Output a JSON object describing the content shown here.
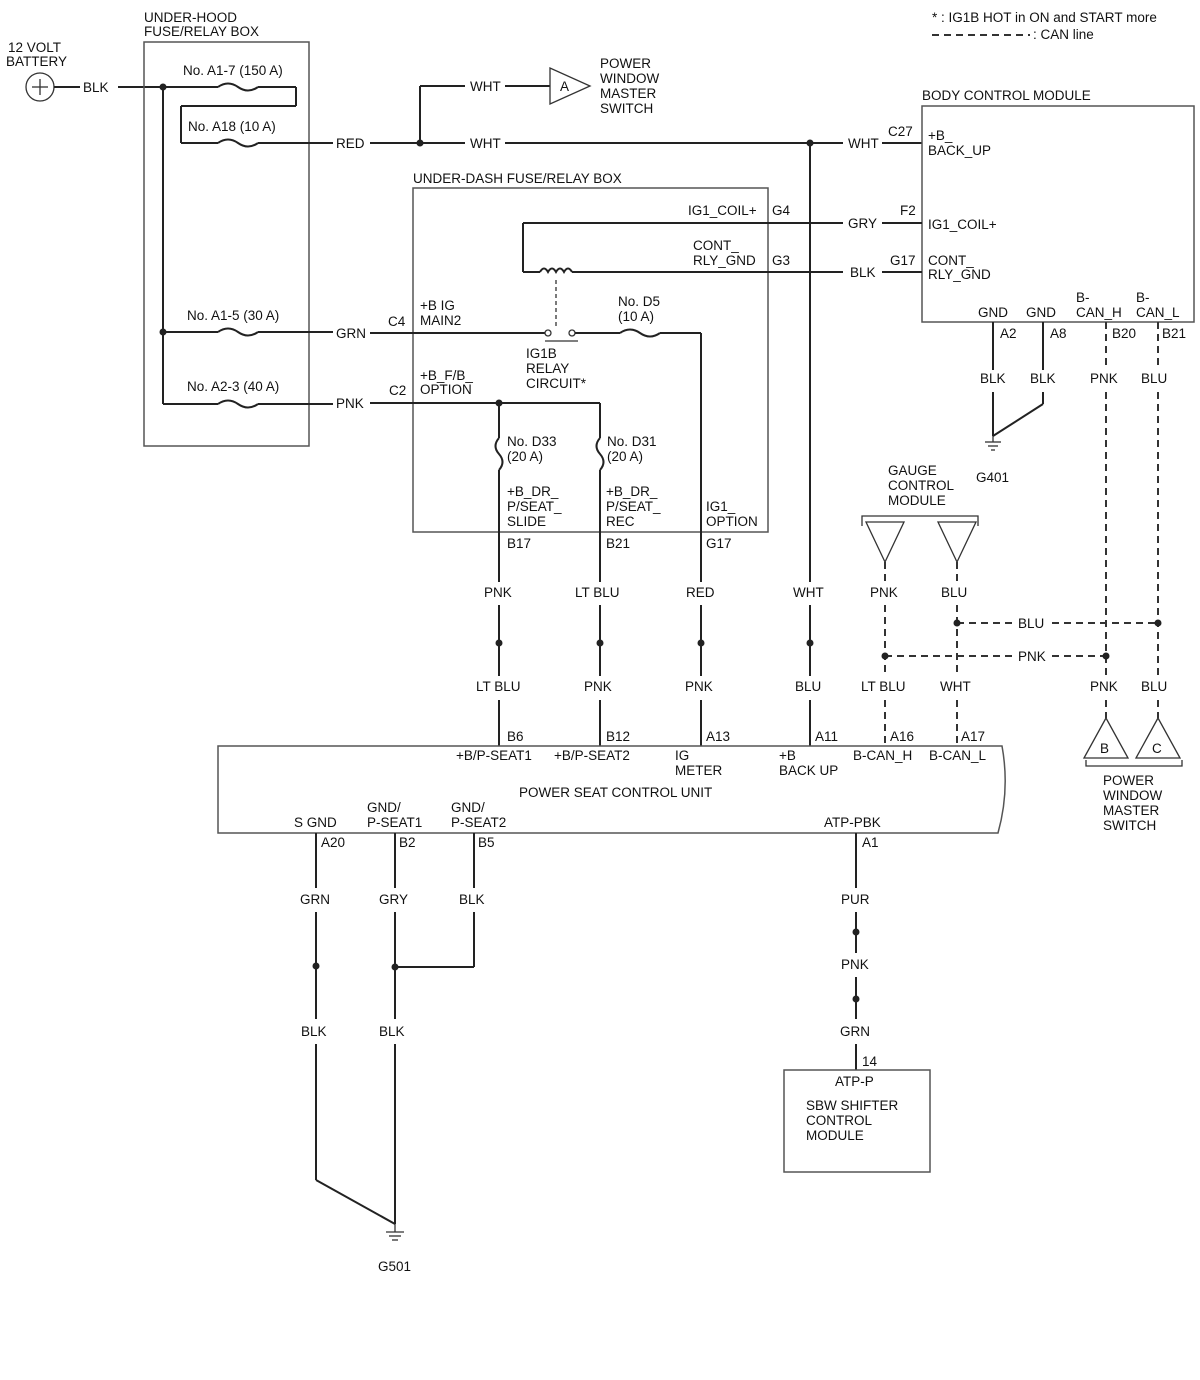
{
  "legend": {
    "note": "* : IG1B HOT in ON and START more",
    "can_line": ": CAN line"
  },
  "battery": {
    "label_1": "12 VOLT",
    "label_2": "BATTERY"
  },
  "underhood": {
    "title_1": "UNDER-HOOD",
    "title_2": "FUSE/RELAY BOX",
    "fuse_a17": "No. A1-7 (150 A)",
    "fuse_a18": "No. A18 (10 A)",
    "fuse_a15": "No. A1-5 (30 A)",
    "fuse_a23": "No. A2-3 (40 A)"
  },
  "pwms_top": {
    "connector": "A",
    "label_1": "POWER",
    "label_2": "WINDOW",
    "label_3": "MASTER",
    "label_4": "SWITCH"
  },
  "bcm": {
    "title": "BODY CONTROL MODULE",
    "pin_c27": "C27",
    "pin_f2": "F2",
    "pin_g17": "G17",
    "term_backup_1": "+B_",
    "term_backup_2": "BACK_UP",
    "term_ig1coil": "IG1_COIL+",
    "term_cont_1": "CONT_",
    "term_cont_2": "RLY_GND",
    "gnd_1": "GND",
    "gnd_2": "GND",
    "bcan_h_1": "B-",
    "bcan_h_2": "CAN_H",
    "bcan_l_1": "B-",
    "bcan_l_2": "CAN_L",
    "pin_a2": "A2",
    "pin_a8": "A8",
    "pin_b20": "B20",
    "pin_b21": "B21"
  },
  "underdash": {
    "title": "UNDER-DASH FUSE/RELAY BOX",
    "ig1coil": "IG1_COIL+",
    "pin_g4": "G4",
    "cont_1": "CONT_",
    "cont_2": "RLY_GND",
    "pin_g3": "G3",
    "pin_c4": "C4",
    "bigmain_1": "+B IG",
    "bigmain_2": "MAIN2",
    "fuse_d5_1": "No. D5",
    "fuse_d5_2": "(10 A)",
    "relay_1": "IG1B",
    "relay_2": "RELAY",
    "relay_3": "CIRCUIT*",
    "pin_c2": "C2",
    "bfb_1": "+B_F/B_",
    "bfb_2": "OPTION",
    "fuse_d33_1": "No. D33",
    "fuse_d33_2": "(20 A)",
    "fuse_d31_1": "No. D31",
    "fuse_d31_2": "(20 A)",
    "slide_1": "+B_DR_",
    "slide_2": "P/SEAT_",
    "slide_3": "SLIDE",
    "rec_1": "+B_DR_",
    "rec_2": "P/SEAT_",
    "rec_3": "REC",
    "opt_1": "IG1_",
    "opt_2": "OPTION",
    "pin_b17": "B17",
    "pin_b21": "B21",
    "pin_g17": "G17"
  },
  "wires": {
    "blk_batt": "BLK",
    "wht_a": "WHT",
    "red_a18": "RED",
    "wht_mid": "WHT",
    "wht_bcm": "WHT",
    "gry_bcm": "GRY",
    "blk_bcm": "BLK",
    "grn_c4": "GRN",
    "pnk_c2": "PNK",
    "blk_a2": "BLK",
    "blk_a8": "BLK",
    "pnk_b20": "PNK",
    "blu_b21": "BLU",
    "pnk_1": "PNK",
    "ltblu_1": "LT BLU",
    "red_1": "RED",
    "wht_1": "WHT",
    "pnk_g": "PNK",
    "blu_g": "BLU",
    "blu_can": "BLU",
    "pnk_can": "PNK",
    "ltblu_2": "LT BLU",
    "pnk_2": "PNK",
    "pnk_3": "PNK",
    "blu_2": "BLU",
    "ltblu_3": "LT BLU",
    "wht_2": "WHT",
    "pnk_r": "PNK",
    "blu_r": "BLU",
    "grn_a20": "GRN",
    "gry_b2": "GRY",
    "blk_b5": "BLK",
    "blk_1": "BLK",
    "blk_2": "BLK",
    "pur": "PUR",
    "pnk_atp": "PNK",
    "grn_atp": "GRN"
  },
  "grounds": {
    "g401": "G401",
    "g501": "G501"
  },
  "gauge": {
    "label_1": "GAUGE",
    "label_2": "CONTROL",
    "label_3": "MODULE"
  },
  "pwms_right": {
    "conn_b": "B",
    "conn_c": "C",
    "label_1": "POWER",
    "label_2": "WINDOW",
    "label_3": "MASTER",
    "label_4": "SWITCH"
  },
  "pscu": {
    "title": "POWER SEAT CONTROL UNIT",
    "pin_b6": "B6",
    "pin_b12": "B12",
    "pin_a13": "A13",
    "pin_a11": "A11",
    "pin_a16": "A16",
    "pin_a17": "A17",
    "term_pseat1": "+B/P-SEAT1",
    "term_pseat2": "+B/P-SEAT2",
    "term_igm_1": "IG",
    "term_igm_2": "METER",
    "term_bu_1": "+B",
    "term_bu_2": "BACK UP",
    "term_canh": "B-CAN_H",
    "term_canl": "B-CAN_L",
    "term_sgnd": "S GND",
    "term_gnd1_1": "GND/",
    "term_gnd1_2": "P-SEAT1",
    "term_gnd2_1": "GND/",
    "term_gnd2_2": "P-SEAT2",
    "term_atp": "ATP-PBK",
    "pin_a20": "A20",
    "pin_b2": "B2",
    "pin_b5": "B5",
    "pin_a1": "A1"
  },
  "sbw": {
    "pin_14": "14",
    "term": "ATP-P",
    "label_1": "SBW SHIFTER",
    "label_2": "CONTROL",
    "label_3": "MODULE"
  }
}
